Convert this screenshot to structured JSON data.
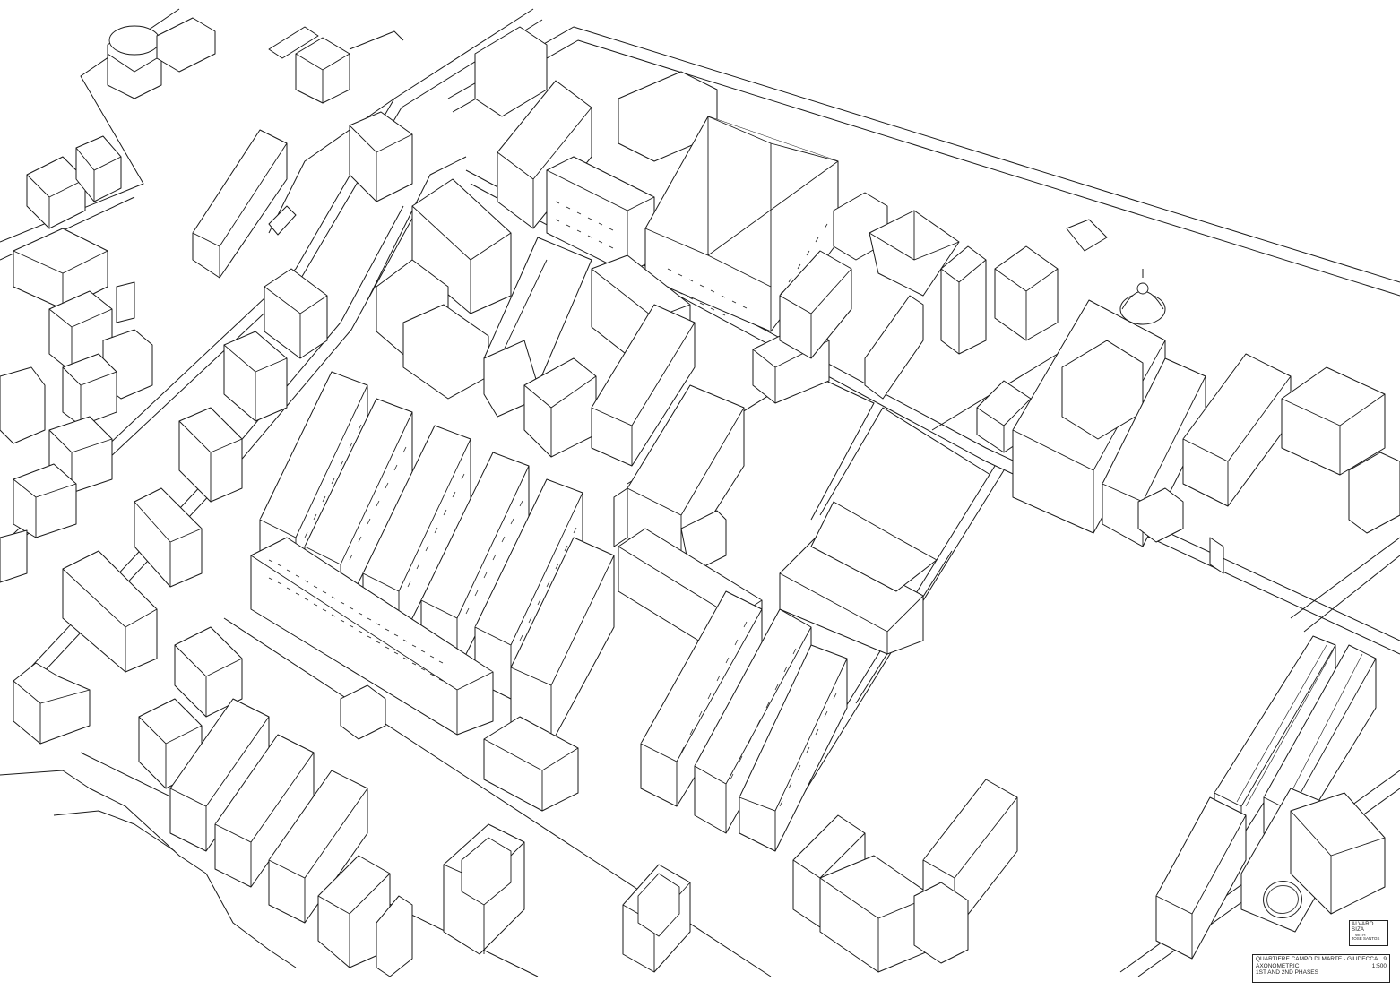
{
  "title_block": {
    "project": "QUARTIERE CAMPO DI MARTE - GIUDECCA",
    "sheet": "9",
    "drawing": "AXONOMETRIC",
    "scale": "1:500",
    "phases": "1ST AND 2ND PHASES"
  },
  "credits": {
    "architect": "ALVARO SIZA",
    "with": "WITH",
    "collaborator": "JOSE SANTOS"
  },
  "stamp": {
    "type": "handwritten-signature-seal"
  }
}
